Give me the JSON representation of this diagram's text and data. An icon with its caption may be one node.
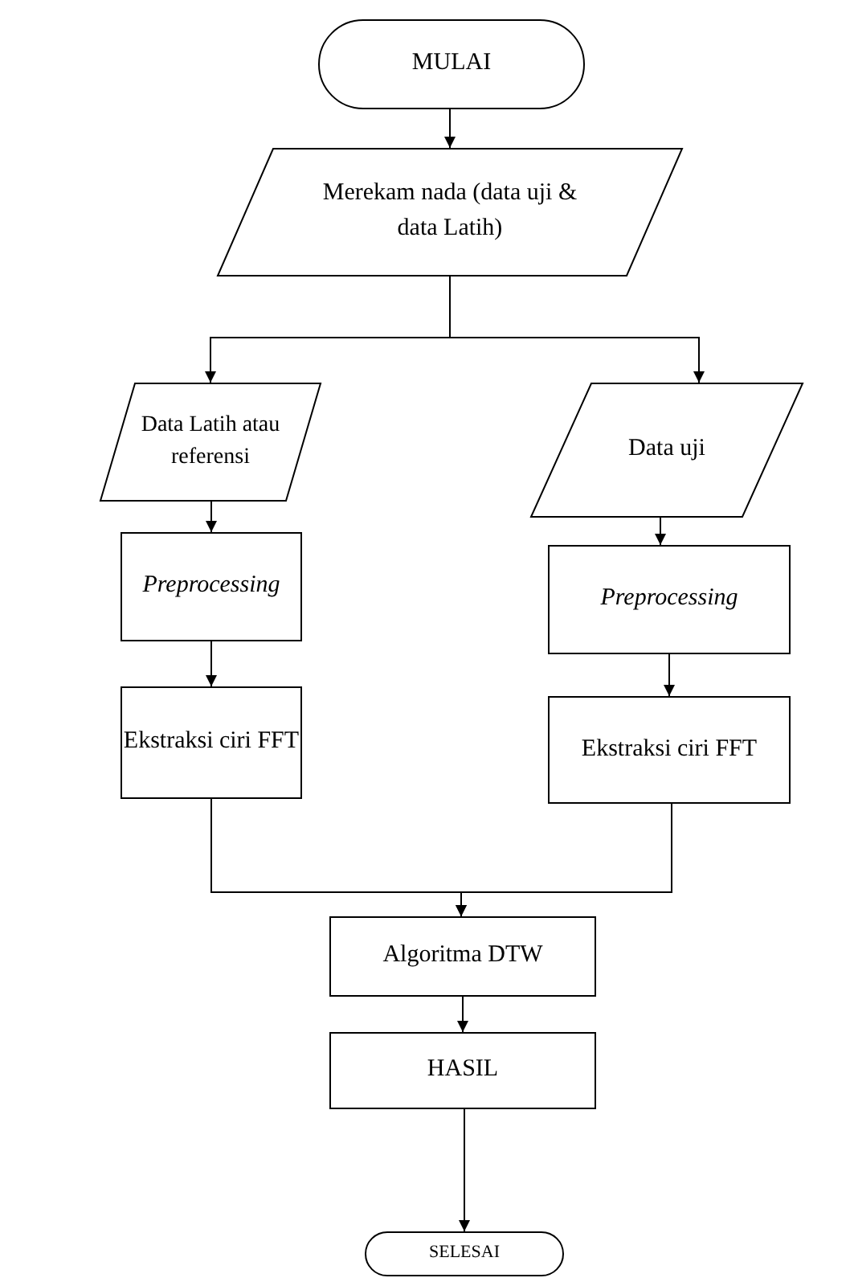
{
  "diagram": {
    "nodes": [
      {
        "text": [
          "MULAI"
        ]
      },
      {
        "text": [
          "Merekam nada (data uji & data Latih)"
        ]
      },
      {
        "text": [
          "Data Latih atau referensi"
        ]
      },
      {
        "text": [
          "Data uji"
        ]
      },
      {
        "text": [
          "Preprocessing"
        ]
      },
      {
        "text": [
          "Preprocessing"
        ]
      },
      {
        "text": [
          "Ekstraksi ciri FFT"
        ]
      },
      {
        "text": [
          "Ekstraksi ciri FFT"
        ]
      },
      {
        "text": [
          "Algoritma DTW"
        ]
      },
      {
        "text": [
          "HASIL"
        ]
      },
      {
        "text": [
          "SELESAI"
        ]
      }
    ],
    "edges": [
      {
        "from": 0,
        "to": 1,
        "arrow": "to"
      },
      {
        "from": 1,
        "to": 2,
        "arrow": "to"
      },
      {
        "from": 1,
        "to": 3,
        "arrow": "to"
      },
      {
        "from": 2,
        "to": 4,
        "arrow": "to"
      },
      {
        "from": 3,
        "to": 5,
        "arrow": "to"
      },
      {
        "from": 4,
        "to": 6,
        "arrow": "to"
      },
      {
        "from": 5,
        "to": 7,
        "arrow": "to"
      },
      {
        "from": 6,
        "to": 8,
        "arrow": "to"
      },
      {
        "from": 7,
        "to": 8,
        "arrow": "to"
      },
      {
        "from": 8,
        "to": 9,
        "arrow": "to"
      },
      {
        "from": 9,
        "to": 10,
        "arrow": "to"
      }
    ]
  }
}
